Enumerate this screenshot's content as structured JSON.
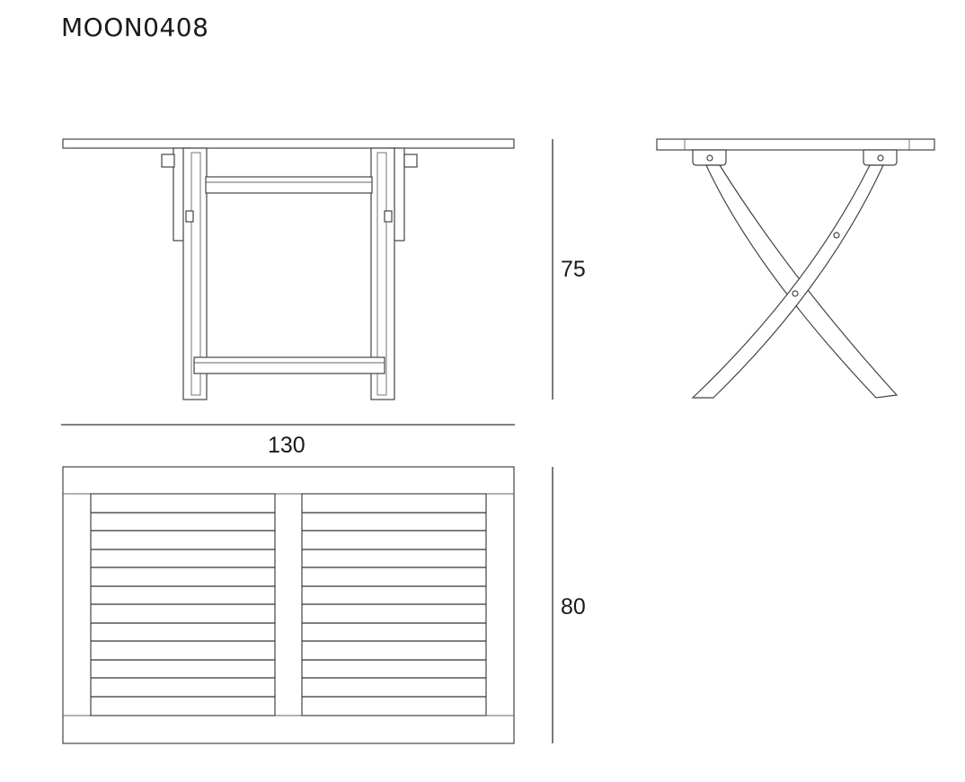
{
  "title": "MOON0408",
  "dimensions": {
    "width": "130",
    "height": "75",
    "depth": "80"
  }
}
